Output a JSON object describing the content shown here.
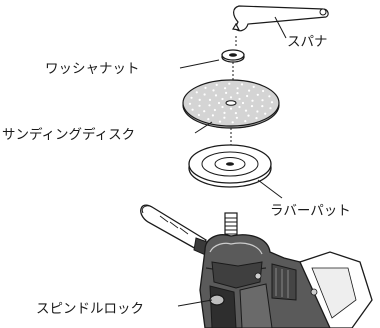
{
  "labels": {
    "spanner": "スパナ",
    "washer_nut": "ワッシャナット",
    "sanding_disc": "サンディングディスク",
    "rubber_pad": "ラバーパット",
    "spindle_lock": "スピンドルロック"
  }
}
